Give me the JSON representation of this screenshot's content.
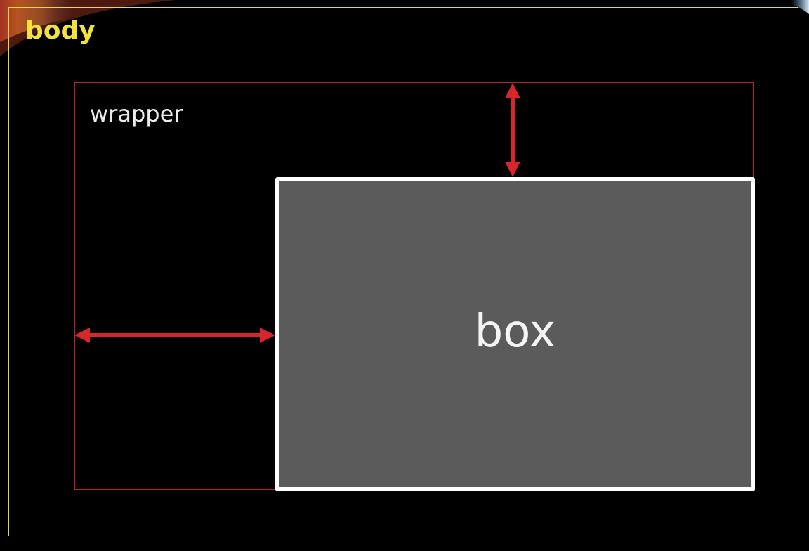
{
  "labels": {
    "body": "body",
    "wrapper": "wrapper",
    "box": "box"
  },
  "colors": {
    "background": "#000000",
    "body_outline": "#e6d84a",
    "body_label": "#f2e33a",
    "wrapper_outline": "#b8242a",
    "arrow": "#d9262b",
    "box_fill": "#5b5b5b",
    "box_border": "#ffffff"
  },
  "icons": {
    "horizontal_arrow": "double-headed-horizontal-arrow-icon",
    "vertical_arrow": "double-headed-vertical-arrow-icon"
  }
}
